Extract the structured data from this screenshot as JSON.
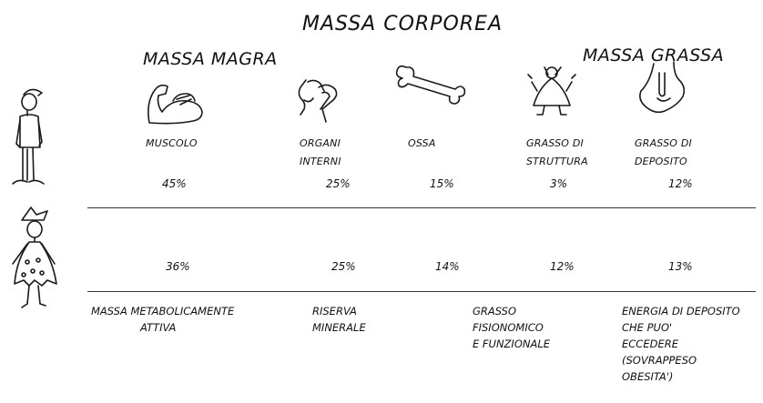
{
  "title": "MASSA CORPOREA",
  "groups": {
    "lean": "MASSA MAGRA",
    "fat": "MASSA GRASSA"
  },
  "columns": [
    {
      "label_lines": [
        "MUSCOLO"
      ],
      "male": "45%",
      "female": "36%",
      "icon": "flexed-arm-icon"
    },
    {
      "label_lines": [
        "ORGANI",
        "INTERNI"
      ],
      "male": "25%",
      "female": "25%",
      "icon": "internal-organs-icon"
    },
    {
      "label_lines": [
        "OSSA"
      ],
      "male": "15%",
      "female": "14%",
      "icon": "bone-icon"
    },
    {
      "label_lines": [
        "GRASSO DI",
        "STRUTTURA"
      ],
      "male": "3%",
      "female": "12%",
      "icon": "fat-figure-icon"
    },
    {
      "label_lines": [
        "GRASSO DI",
        "DEPOSITO"
      ],
      "male": "12%",
      "female": "13%",
      "icon": "fat-deposit-icon"
    }
  ],
  "descriptions": [
    [
      "MASSA METABOLICAMENTE",
      "ATTIVA"
    ],
    [
      "RISERVA",
      "MINERALE"
    ],
    [
      "GRASSO",
      "FISIONOMICO",
      "E FUNZIONALE"
    ],
    [
      "ENERGIA DI DEPOSITO",
      "CHE PUO'",
      "ECCEDERE",
      "(SOVRAPPESO",
      "OBESITA')"
    ]
  ],
  "icons": {
    "male": "man-figure-icon",
    "female": "woman-figure-icon"
  }
}
